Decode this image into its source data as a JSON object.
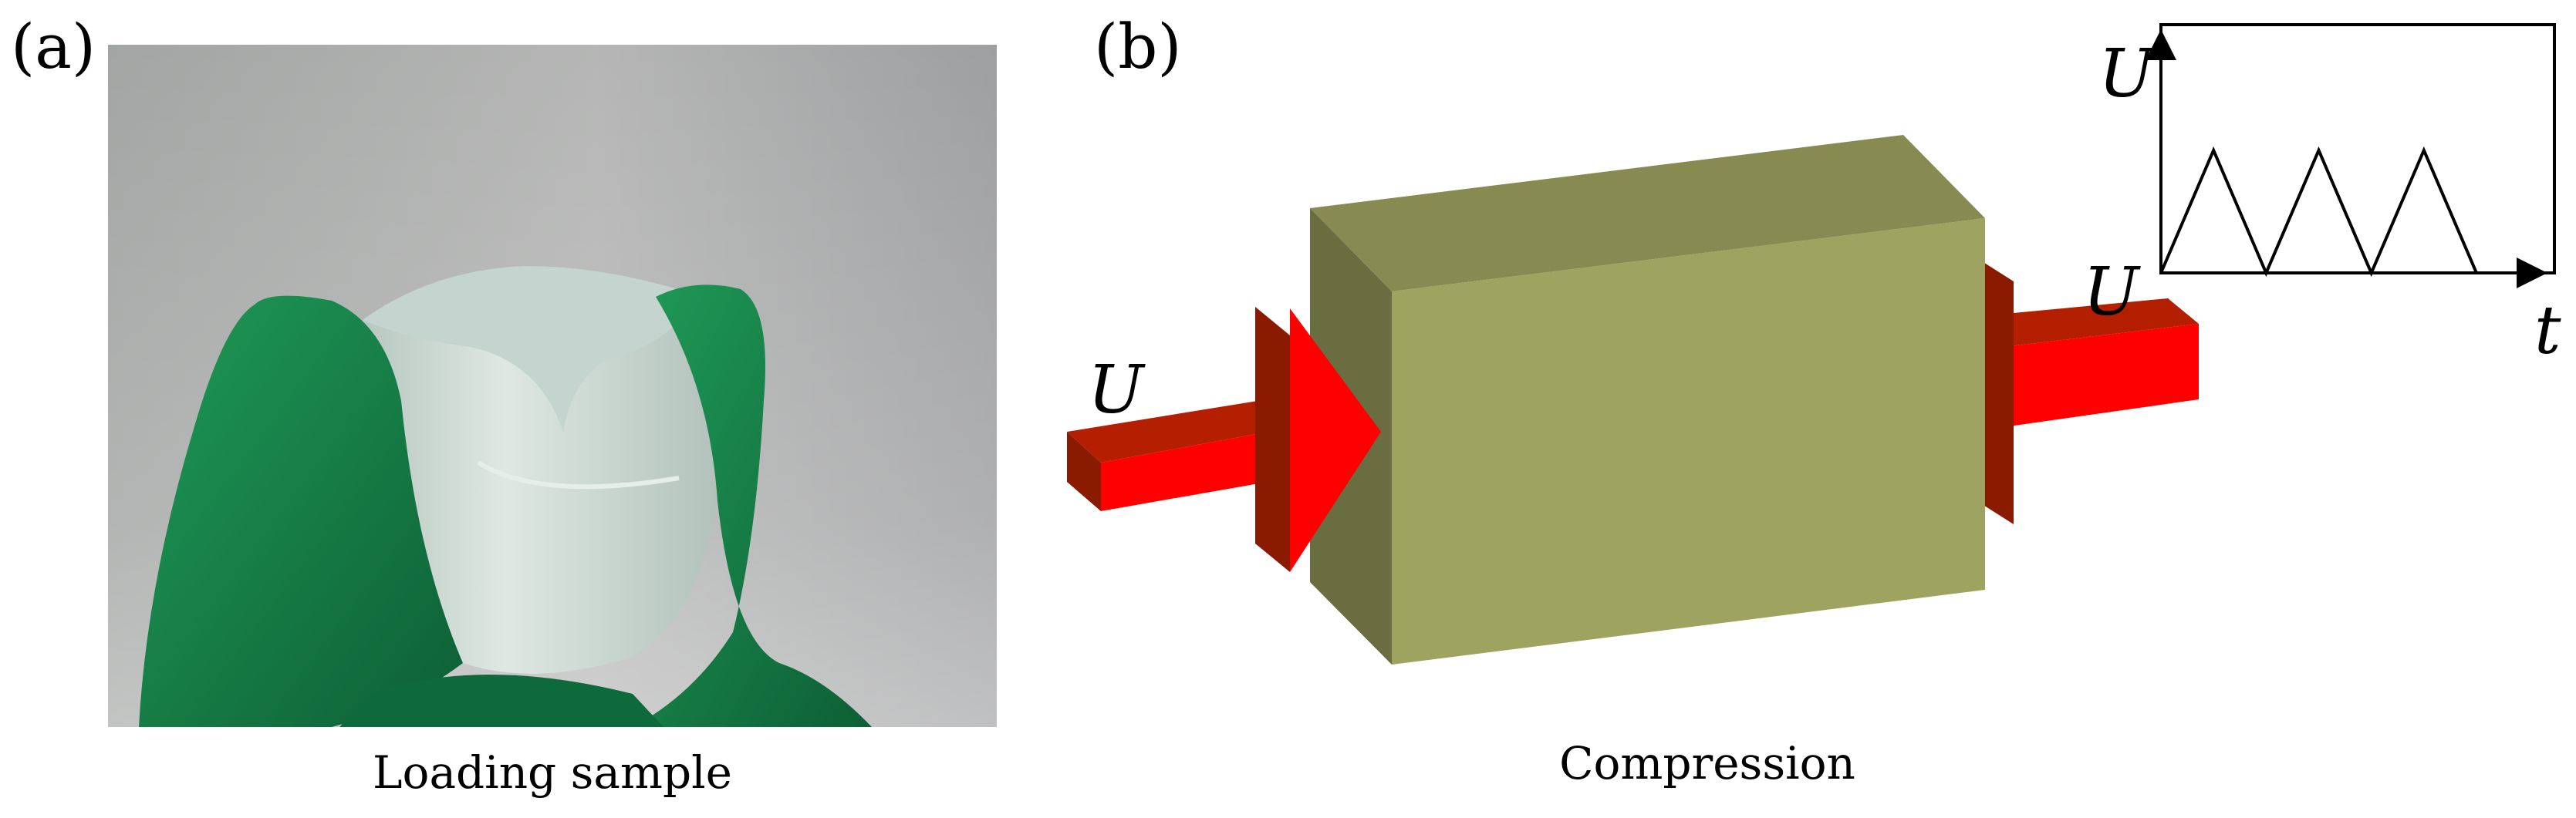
{
  "panel_a": {
    "label": "(a)",
    "caption": "Loading sample"
  },
  "panel_b": {
    "label": "(b)",
    "caption": "Compression",
    "left_arrow_label": "U",
    "right_arrow_label": "U",
    "inset": {
      "y_axis_label": "U",
      "x_axis_label": "t",
      "triangle_cycles": 3
    }
  },
  "colors": {
    "block_front": "#9ea35f",
    "block_top": "#878b52",
    "block_side": "#6a6d3f",
    "arrow_face": "#ff0000",
    "arrow_side": "#b31f00",
    "arrow_dark": "#8a1a00",
    "glove": "#17804a",
    "gel": "#cfdcd6",
    "photo_bg": "#a9a9a9"
  }
}
